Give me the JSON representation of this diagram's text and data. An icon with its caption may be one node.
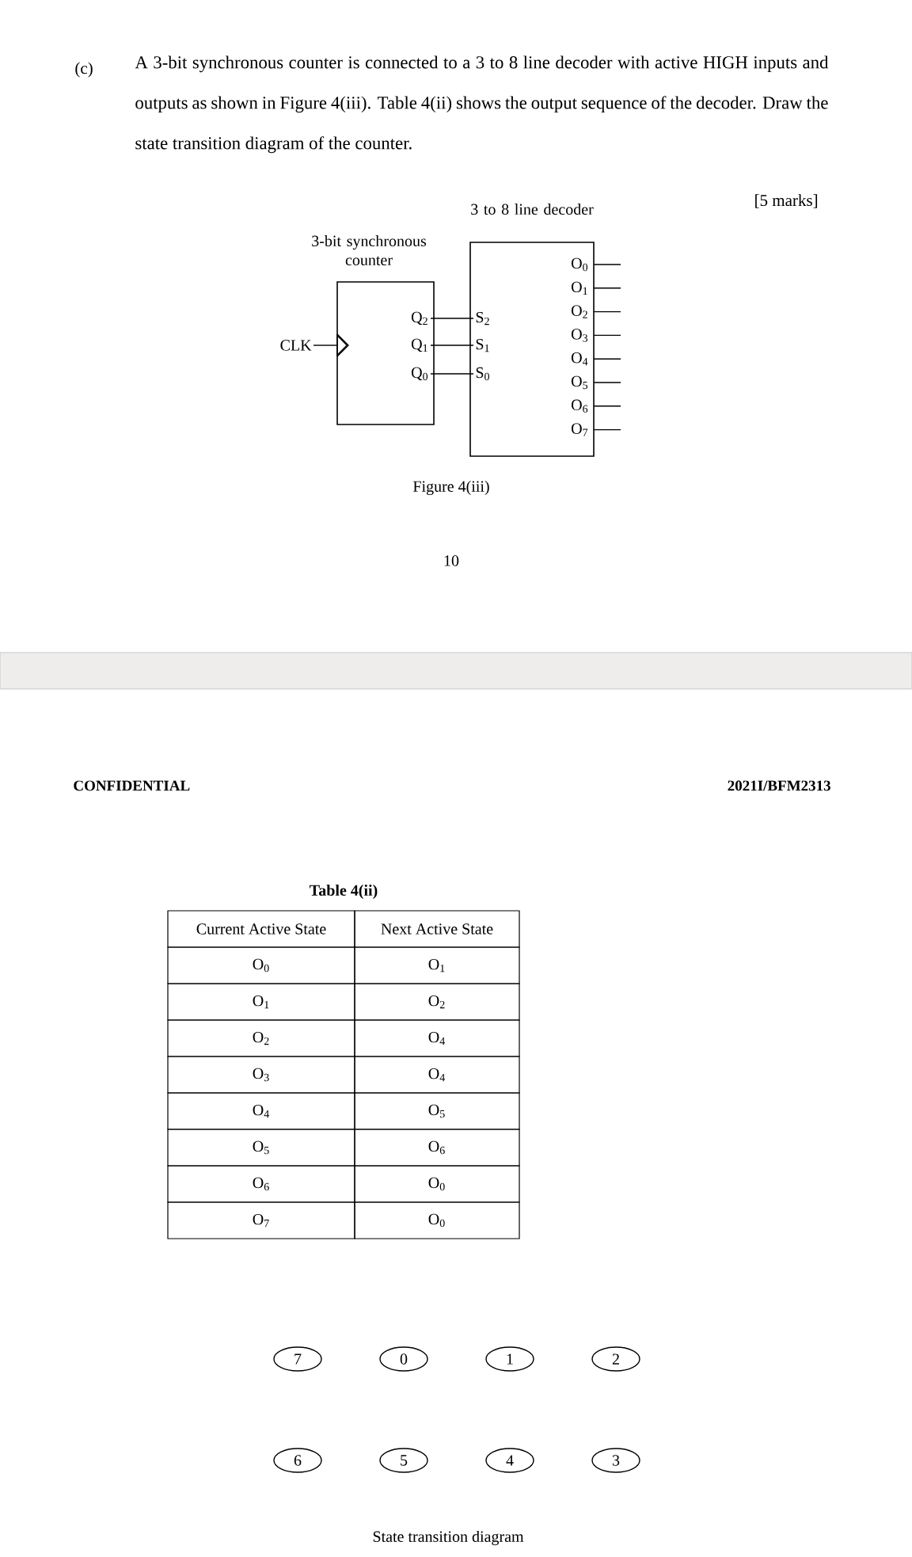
{
  "diagram": {
    "nodes": [
      {
        "text": [
          "3-bit synchronous counter"
        ]
      },
      {
        "text": [
          "Q$_{2}$"
        ],
        "in": 0
      },
      {
        "text": [
          "Q$_{1}$"
        ],
        "in": 0
      },
      {
        "text": [
          "Q$_{0}$"
        ],
        "in": 0
      },
      {
        "text": [
          "CLK"
        ]
      },
      {
        "text": [
          "3 to 8 line decoder"
        ]
      },
      {
        "text": [
          "S$_{2}$"
        ],
        "in": 5
      },
      {
        "text": [
          "S$_{1}$"
        ],
        "in": 5
      },
      {
        "text": [
          "S$_{0}$"
        ],
        "in": 5
      },
      {
        "text": [
          "O$_{0}$"
        ],
        "in": 5
      },
      {
        "text": [
          "O$_{1}$"
        ],
        "in": 5
      },
      {
        "text": [
          "O$_{2}$"
        ],
        "in": 5
      },
      {
        "text": [
          "O$_{3}$"
        ],
        "in": 5
      },
      {
        "text": [
          "O$_{4}$"
        ],
        "in": 5
      },
      {
        "text": [
          "O$_{5}$"
        ],
        "in": 5
      },
      {
        "text": [
          "O$_{6}$"
        ],
        "in": 5
      },
      {
        "text": [
          "O$_{7}$"
        ],
        "in": 5
      },
      {
        "text": [
          "7"
        ]
      },
      {
        "text": [
          "0"
        ]
      },
      {
        "text": [
          "1"
        ]
      },
      {
        "text": [
          "2"
        ]
      },
      {
        "text": [
          "6"
        ]
      },
      {
        "text": [
          "5"
        ]
      },
      {
        "text": [
          "4"
        ]
      },
      {
        "text": [
          "3"
        ]
      }
    ],
    "edges": [
      {
        "from": 1,
        "to": 6,
        "arrow": "none"
      },
      {
        "from": 2,
        "to": 7,
        "arrow": "none"
      },
      {
        "from": 3,
        "to": 8,
        "arrow": "none"
      },
      {
        "from": 4,
        "to": 0,
        "arrow": "to"
      },
      {
        "from": 9,
        "to": null,
        "arrow": "none"
      },
      {
        "from": 10,
        "to": null,
        "arrow": "none"
      },
      {
        "from": 11,
        "to": null,
        "arrow": "none"
      },
      {
        "from": 12,
        "to": null,
        "arrow": "none"
      },
      {
        "from": 13,
        "to": null,
        "arrow": "none"
      },
      {
        "from": 14,
        "to": null,
        "arrow": "none"
      },
      {
        "from": 15,
        "to": null,
        "arrow": "none"
      },
      {
        "from": 16,
        "to": null,
        "arrow": "none"
      }
    ],
    "labels": [
      "(c)",
      "A 3-bit synchronous counter is connected to a 3 to 8 line decoder with active HIGH inputs and outputs as shown in Figure 4(iii). Table 4(ii) shows the output sequence of the decoder. Draw the state transition diagram of the counter.",
      "[5 marks]",
      "Figure 4(iii)",
      "10",
      "CONFIDENTIAL",
      "2021I/BFM2313",
      "Table 4(ii)",
      "Current Active State",
      "Next Active State",
      "O$_{0}$",
      "O$_{1}$",
      "O$_{1}$",
      "O$_{2}$",
      "O$_{2}$",
      "O$_{4}$",
      "O$_{3}$",
      "O$_{4}$",
      "O$_{4}$",
      "O$_{5}$",
      "O$_{5}$",
      "O$_{6}$",
      "O$_{6}$",
      "O$_{0}$",
      "O$_{7}$",
      "O$_{0}$",
      "State transition diagram"
    ]
  }
}
